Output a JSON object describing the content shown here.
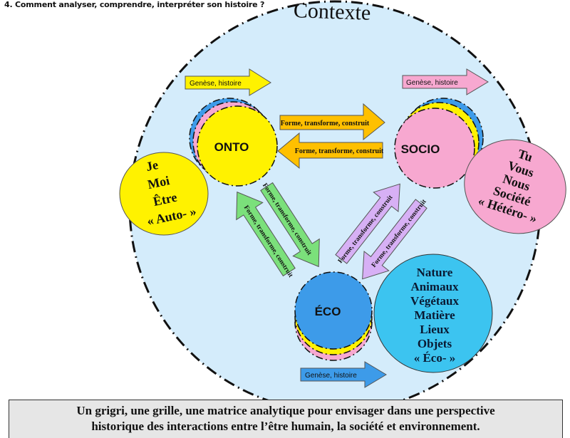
{
  "heading": "4. Comment analyser, comprendre, interpréter son histoire ?",
  "context_label": "Contexte",
  "colors": {
    "context_fill": "#d4ecfb",
    "yellow": "#fff200",
    "pink": "#f7a8d0",
    "blue": "#3d9be9",
    "cyan": "#3cc4f0",
    "arrow_orange": "#ffc000",
    "arrow_green": "#7be07b",
    "arrow_purple": "#d7b0f5",
    "caption_bg": "#e6e6e6"
  },
  "nodes": {
    "onto": "ONTO",
    "socio": "SOCIO",
    "eco": "ÉCO"
  },
  "side_circles": {
    "auto": [
      "Je",
      "Moi",
      "Être",
      "« Auto- »"
    ],
    "hetero": [
      "Tu",
      "Vous",
      "Nous",
      "Société",
      "« Hétéro- »"
    ],
    "eco": [
      "Nature",
      "Animaux",
      "Végétaux",
      "Matière",
      "Lieux",
      "Objets",
      "« Éco- »"
    ]
  },
  "arrows": {
    "genese_onto": "Genèse, histoire",
    "genese_socio": "Genèse, histoire",
    "genese_eco": "Genèse, histoire",
    "onto_to_socio": "Forme, transforme, construit",
    "socio_to_onto": "Forme, transforme, construit",
    "onto_to_eco": "Forme, transforme, construit",
    "eco_to_onto": "Forme, transforme, construit",
    "eco_to_socio": "Forme, transforme, construit",
    "socio_to_eco": "Forme, transforme, construit"
  },
  "caption": {
    "line1": "Un grigri, une grille, une matrice analytique pour envisager dans une perspective",
    "line2": "historique des interactions entre l’être humain, la société et environnement."
  }
}
